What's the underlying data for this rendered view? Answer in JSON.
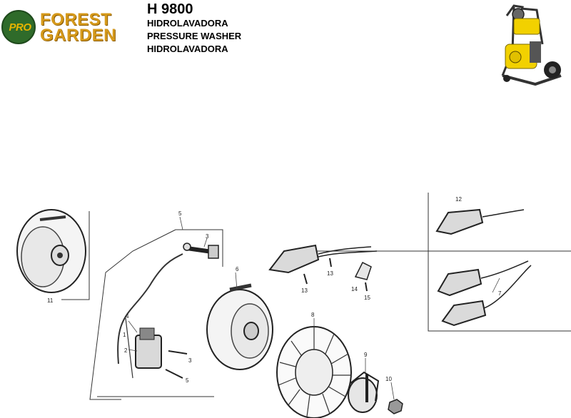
{
  "header": {
    "brand_top": "FOREST",
    "brand_bottom": "GARDEN",
    "badge": "PRO",
    "model": "H 9800",
    "line1": "HIDROLAVADORA",
    "line2": "PRESSURE WASHER",
    "line3": "HIDROLAVADORA"
  },
  "colors": {
    "brand": "#d69a1b",
    "badge_bg": "#2f6b2a",
    "badge_text": "#e7b400",
    "washer_yellow": "#f2d100"
  },
  "parts": {
    "p1": "1",
    "p2": "2",
    "p3a": "3",
    "p3b": "3",
    "p4": "4",
    "p5a": "5",
    "p5b": "5",
    "p6": "6",
    "p7": "7",
    "p8": "8",
    "p9": "9",
    "p10": "10",
    "p11": "11",
    "p12": "12",
    "p13a": "13",
    "p13b": "13",
    "p14": "14",
    "p15": "15"
  }
}
